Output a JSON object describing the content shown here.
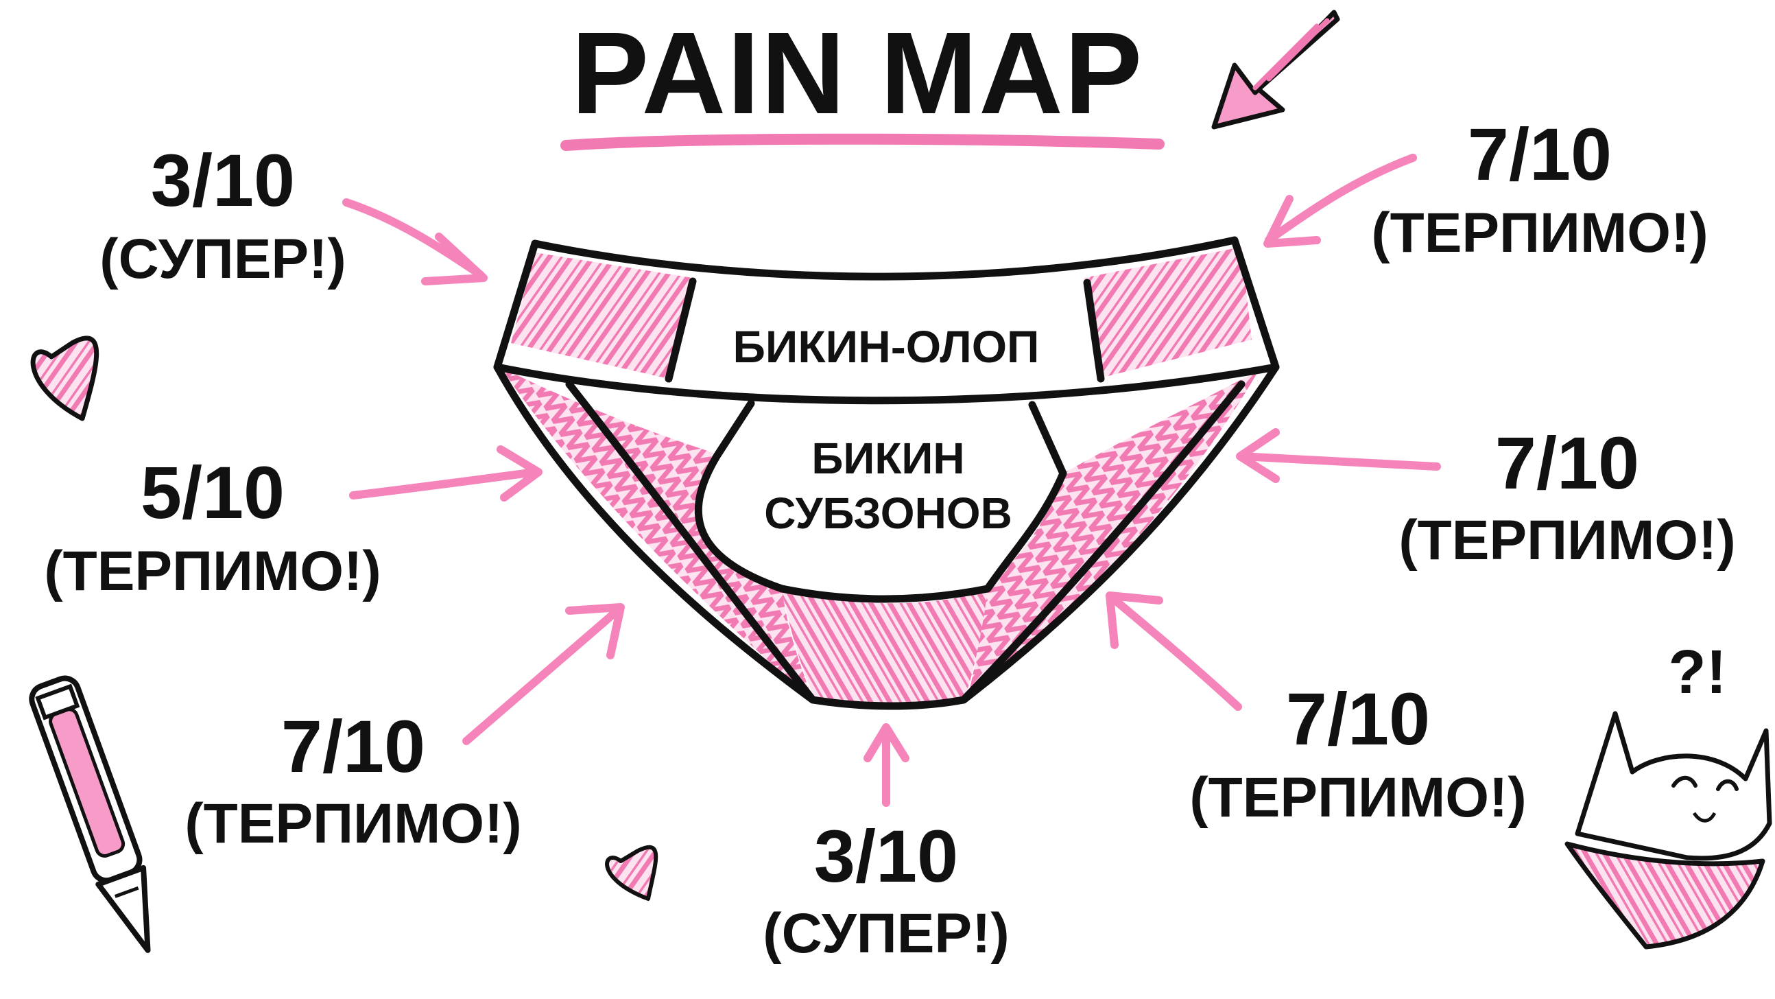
{
  "title": "PAIN MAP",
  "colors": {
    "accent": "#f27ab3",
    "ink": "#111111",
    "background": "#ffffff"
  },
  "panty_labels": {
    "waistband": "БИКИН-ОЛОП",
    "center_line1": "БИКИН",
    "center_line2": "СУБЗОНОВ"
  },
  "ratings": [
    {
      "score": "3/10",
      "note": "(СУПЕР!)"
    },
    {
      "score": "7/10",
      "note": "(ТЕРПИМО!)"
    },
    {
      "score": "5/10",
      "note": "(ТЕРПИМО!)"
    },
    {
      "score": "7/10",
      "note": "(ТЕРПИМО!)"
    },
    {
      "score": "7/10",
      "note": "(ТЕРПИМО!)"
    },
    {
      "score": "7/10",
      "note": "(ТЕРПИМО!)"
    },
    {
      "score": "3/10",
      "note": "(СУПЕР!)"
    }
  ],
  "doodle_marks": "?!",
  "icons": [
    "pink-arrow-icon",
    "heart-icon",
    "heart-icon",
    "pen-icon",
    "cat-icon"
  ]
}
